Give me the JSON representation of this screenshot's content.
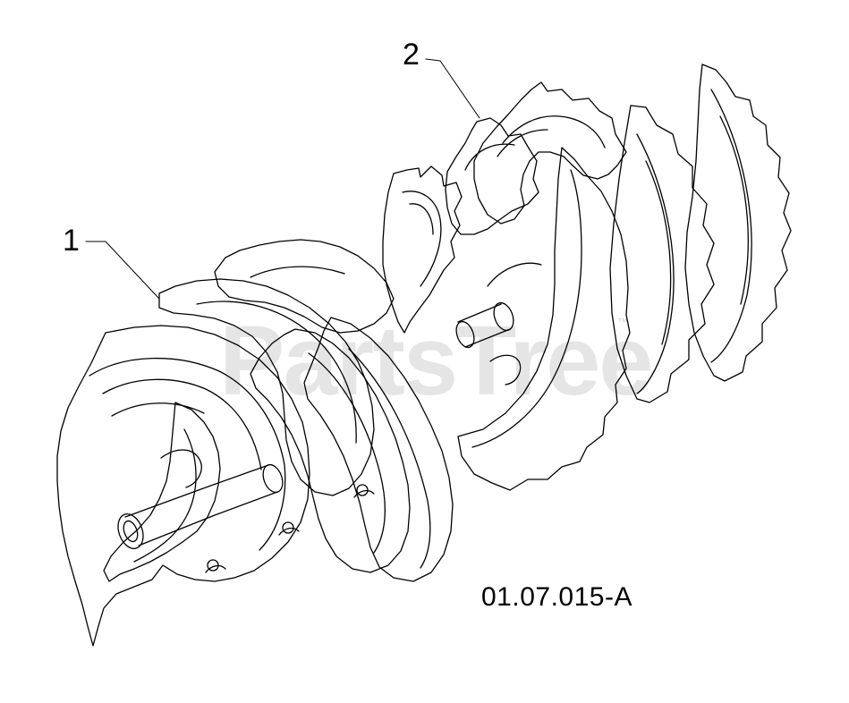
{
  "callouts": {
    "part_1": "1",
    "part_2": "2"
  },
  "part_number": "01.07.015-A",
  "watermark": {
    "text": "PartsTree",
    "trademark": "™"
  },
  "colors": {
    "line": "#000000",
    "background": "#ffffff",
    "watermark": "#e6e6e6"
  }
}
